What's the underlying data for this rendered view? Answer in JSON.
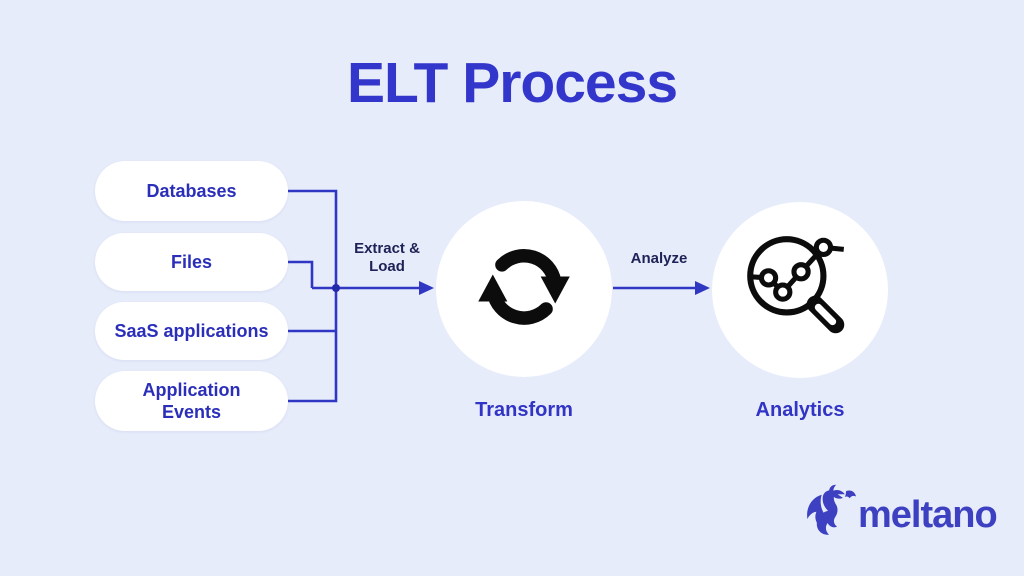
{
  "title": "ELT Process",
  "sources": {
    "items": [
      {
        "label": "Databases"
      },
      {
        "label": "Files"
      },
      {
        "label": "SaaS applications"
      },
      {
        "label": "Application\nEvents"
      }
    ]
  },
  "flow": {
    "extract_load_label": "Extract &\nLoad",
    "analyze_label": "Analyze"
  },
  "stages": {
    "transform": {
      "label": "Transform",
      "icon": "cycle-arrows-icon"
    },
    "analytics": {
      "label": "Analytics",
      "icon": "magnifier-chart-icon"
    }
  },
  "logo": {
    "text": "meltano",
    "icon": "meltano-dragon-icon"
  },
  "colors": {
    "background": "#e7ecfb",
    "title_blue": "#3336cb",
    "pill_text_blue": "#2b2eb9",
    "connector_blue": "#2f37c3",
    "dark_label_navy": "#1e2256",
    "stage_label_blue": "#3134c4",
    "icon_black": "#0c0c0c",
    "node_fill_white": "#ffffff",
    "logo_blue": "#3c40c1"
  }
}
